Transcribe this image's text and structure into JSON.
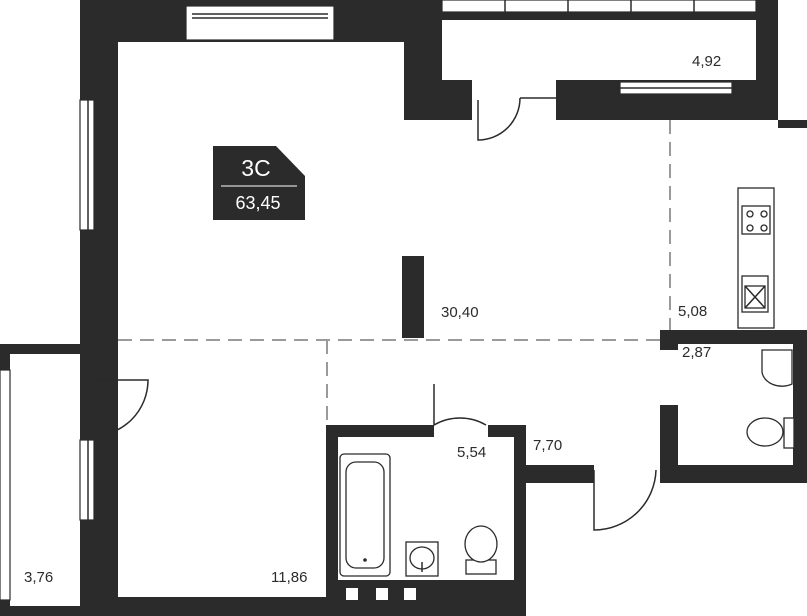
{
  "unit": {
    "type_label": "3С",
    "total_area": "63,45",
    "badge_color": "#2b2b2b"
  },
  "rooms": {
    "living": "30,40",
    "balcony_top": "4,92",
    "kitchen": "5,08",
    "wc": "2,87",
    "hall": "7,70",
    "bathroom": "5,54",
    "bedroom": "11,86",
    "balcony_left": "3,76"
  },
  "colors": {
    "walls": "#2b2b2b",
    "zone_dividers": "#9a9a9a"
  },
  "icons": [
    "stove-icon",
    "sink-icon",
    "bathtub-icon",
    "toilet-icon",
    "washbasin-icon"
  ]
}
